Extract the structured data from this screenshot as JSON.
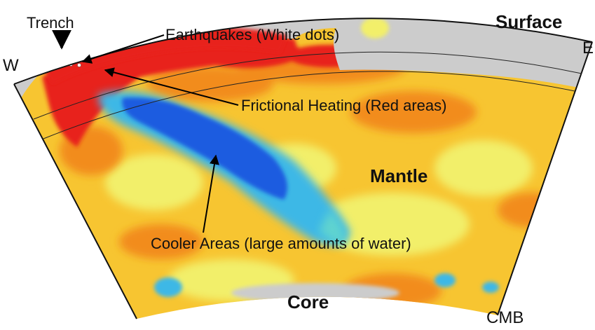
{
  "labels": {
    "trench": "Trench",
    "surface": "Surface",
    "west": "W",
    "east": "E",
    "earthquakes": "Earthquakes (White dots)",
    "frictional_heating": "Frictional Heating (Red areas)",
    "mantle": "Mantle",
    "cooler_areas": "Cooler Areas (large amounts of water)",
    "core": "Core",
    "cmb": "CMB"
  },
  "colors": {
    "surface_layer": "#cccccc",
    "hot": "#e8231b",
    "warm": "#f28c1c",
    "mantle_base": "#f7c531",
    "pale": "#f2ef6a",
    "cool": "#3db8e6",
    "coldest": "#1a5ce0",
    "arrow": "#000000"
  }
}
